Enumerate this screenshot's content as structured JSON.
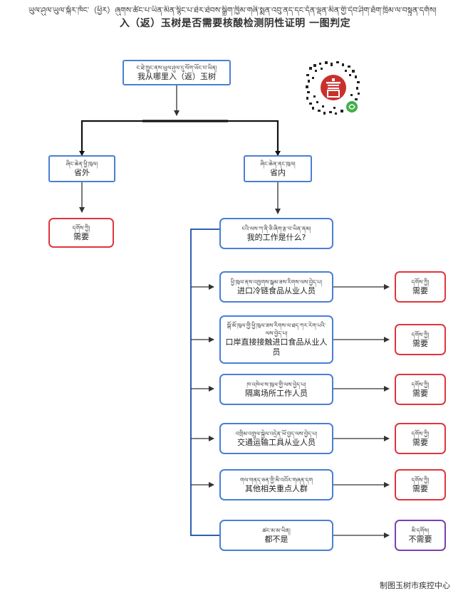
{
  "title": {
    "tibetan": "ཡུལ་ཤུལ་ཡུལ་སྐོར་ཁོང་（ཕྱིར）ཞུགས་ཚོང་པ་ཡིན་མིན་སྙིང་པ་ཐེར་ཐེབས་སྒྲིག་ཁྱིམ་གཞི་སྨན་འབུ་ནད་དང་དོན་ལྡན་མིན་གྱི་དེབ་ཤིག་ཐོག་ཁྲིམ་ལ་བསྟུན་དགོས།",
    "chinese": "入（返）玉树是否需要核酸检测阴性证明 一图判定"
  },
  "nodes": {
    "origin": {
      "tibetan": "ང་ཐེ་ཁྱུང་ནས་ཡུལ་ཤུལ་དུ་ལོག་ཡོང་བ་ཡིན།",
      "chinese": "我从哪里入（返）玉树"
    },
    "outside": {
      "tibetan": "ཞིང་ཆེན་ཕྱི་ཁུལ།",
      "chinese": "省外"
    },
    "inside": {
      "tibetan": "ཞིང་ཆེན་ནང་ཁུལ།",
      "chinese": "省内"
    },
    "outside_result": {
      "tibetan": "དགོས་ཀྱི།",
      "chinese": "需要"
    },
    "job_question": {
      "tibetan": "ངའི་ལས་ཀ་ནི་ཅི་ཞིག་རྩ་བ་ཡིན་ནམ།",
      "chinese": "我的工作是什么?"
    },
    "jobs": [
      {
        "tibetan": "ཕྱི་ཁུལ་ནས་འཁྱགས་སྒམ་ཟས་རིགས་ལས་བྱེད་པ།",
        "chinese": "进口冷链食品从业人员",
        "result_tibetan": "དགོས་ཀྱི།",
        "result_chinese": "需要"
      },
      {
        "tibetan": "སྒོ་མོ་ཁུལ་གྱི་ཕྱི་ཁུལ་ཟས་རིགས་ལ་ཐད་ཀར་རེག་པའི་ལས་བྱེད་པ།",
        "chinese": "口岸直接接触进口食品从业人员",
        "result_tibetan": "དགོས་ཀྱི།",
        "result_chinese": "需要"
      },
      {
        "tibetan": "ཁ་འཁེལ་ས་ཁུལ་གྱི་ལས་བྱེད་པ།",
        "chinese": "隔离场所工作人员",
        "result_tibetan": "དགོས་ཀྱི།",
        "result_chinese": "需要"
      },
      {
        "tibetan": "འགྲིམ་འགྲུལ་སྐྱེལ་འདྲེན་ཡོ་བྱད་ལས་བྱེད་པ།",
        "chinese": "交通运输工具从业人员",
        "result_tibetan": "དགོས་ཀྱི།",
        "result_chinese": "需要"
      },
      {
        "tibetan": "གལ་གནད་ཅན་གྱི་མི་འབོར་གཞན་དག",
        "chinese": "其他相关重点人群",
        "result_tibetan": "དགོས་ཀྱི།",
        "result_chinese": "需要"
      },
      {
        "tibetan": "ཚང་མ་མ་ཡིན།",
        "chinese": "都不是",
        "result_tibetan": "མི་དགོས།",
        "result_chinese": "不需要"
      }
    ]
  },
  "footer": "制图玉树市疾控中心",
  "colors": {
    "blue": "#4a7fd4",
    "red": "#e0353d",
    "purple": "#7b3fb0",
    "qr_red": "#c9302c",
    "qr_green": "#3fb04a"
  }
}
